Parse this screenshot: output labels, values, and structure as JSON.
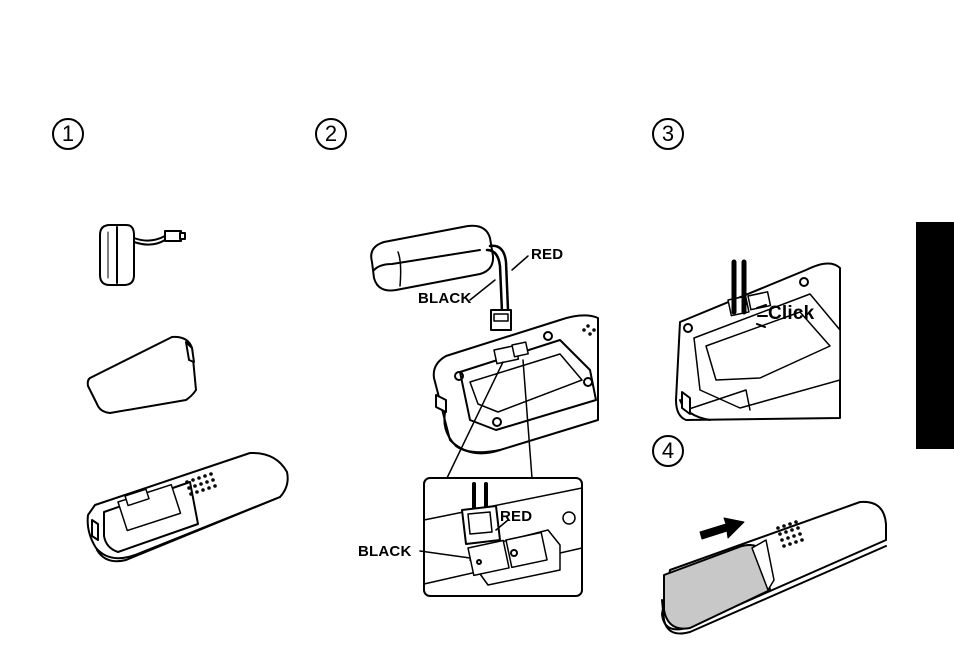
{
  "steps": [
    {
      "number": "1"
    },
    {
      "number": "2"
    },
    {
      "number": "3"
    },
    {
      "number": "4"
    }
  ],
  "labels": {
    "red_top": "RED",
    "black_top": "BLACK",
    "red_inset": "RED",
    "black_inset": "BLACK",
    "click": "Click"
  },
  "colors": {
    "ink": "#000000",
    "cover_fill": "#c8c8c8",
    "tab": "#000000"
  }
}
